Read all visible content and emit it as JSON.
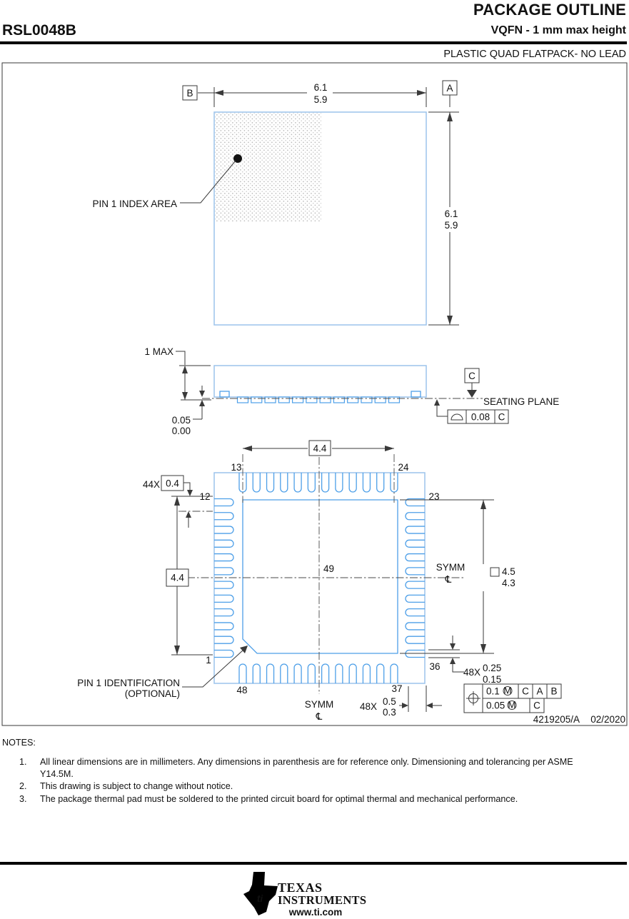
{
  "header": {
    "title": "PACKAGE OUTLINE",
    "part_number": "RSL0048B",
    "subtitle": "VQFN - 1 mm max height",
    "package_type": "PLASTIC QUAD FLATPACK- NO LEAD"
  },
  "colors": {
    "body_outline_blue": "#9cc3ec",
    "pad_blue": "#4d9fe8",
    "line_dark": "#3a3a3a"
  },
  "top_view": {
    "datum_a": "A",
    "datum_b": "B",
    "width_dim": {
      "max": "6.1",
      "min": "5.9"
    },
    "height_dim": {
      "max": "6.1",
      "min": "5.9"
    },
    "pin1_index_label": "PIN 1 INDEX AREA"
  },
  "side_view": {
    "height_label": "1 MAX",
    "standoff": {
      "max": "0.05",
      "min": "0.00"
    },
    "datum_c": "C",
    "seating_plane_label": "SEATING PLANE",
    "flatness": {
      "tolerance": "0.08",
      "datum": "C"
    }
  },
  "bottom_view": {
    "top_span": "4.4",
    "left_span": "4.4",
    "pitch": {
      "count": "44X",
      "value": "0.4"
    },
    "symm_label": "SYMM",
    "centerline_symbol": "℄",
    "thermal_pad": {
      "label": "49",
      "size_max": "4.5",
      "size_min": "4.3"
    },
    "pins": {
      "top_left": "13",
      "top_right": "24",
      "left_top": "12",
      "right_top": "23",
      "left_bottom": "1",
      "right_bottom": "36",
      "bottom_left": "48",
      "bottom_right": "37"
    },
    "lead_width": {
      "count": "48X",
      "max": "0.25",
      "min": "0.15"
    },
    "lead_length": {
      "count": "48X",
      "max": "0.5",
      "min": "0.3"
    },
    "pin1_id": {
      "line1": "PIN 1 IDENTIFICATION",
      "line2": "(OPTIONAL)"
    },
    "position_tolerance": {
      "row1": {
        "tolerance": "0.1",
        "modifier": "M",
        "datums": [
          "C",
          "A",
          "B"
        ]
      },
      "row2": {
        "tolerance": "0.05",
        "modifier": "M",
        "datum": "C"
      }
    }
  },
  "title_block": {
    "document_number": "4219205/A",
    "date": "02/2020"
  },
  "notes": {
    "heading": "NOTES:",
    "items": [
      {
        "num": "1.",
        "text": "All linear dimensions are in millimeters. Any dimensions in parenthesis are for reference only. Dimensioning and tolerancing per ASME Y14.5M."
      },
      {
        "num": "2.",
        "text": "This drawing is subject to change without notice."
      },
      {
        "num": "3.",
        "text": "The package thermal pad must be soldered to the printed circuit board for optimal thermal and mechanical performance."
      }
    ]
  },
  "footer": {
    "logo_monogram": "ti",
    "brand_line1": "TEXAS",
    "brand_line2": "INSTRUMENTS",
    "website": "www.ti.com"
  }
}
